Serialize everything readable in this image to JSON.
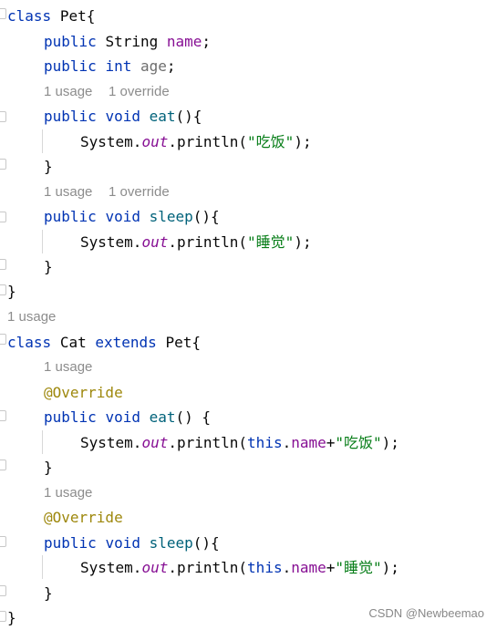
{
  "code": {
    "l1": {
      "kw": "class",
      "sp": " ",
      "name": "Pet",
      "brace": "{"
    },
    "l2": {
      "kw": "public",
      "sp1": " ",
      "type": "String",
      "sp2": " ",
      "field": "name",
      "semi": ";"
    },
    "l3": {
      "kw": "public",
      "sp1": " ",
      "type": "int",
      "sp2": " ",
      "field": "age",
      "semi": ";"
    },
    "h1": {
      "usage": "1 usage",
      "override": "1 override"
    },
    "l4": {
      "kw1": "public",
      "sp1": " ",
      "kw2": "void",
      "sp2": " ",
      "method": "eat",
      "rest": "(){"
    },
    "l5": {
      "cls": "System.",
      "out": "out",
      "call": ".println(",
      "str": "\"吃饭\"",
      "end": ");"
    },
    "l6": {
      "brace": "}"
    },
    "h2": {
      "usage": "1 usage",
      "override": "1 override"
    },
    "l7": {
      "kw1": "public",
      "sp1": " ",
      "kw2": "void",
      "sp2": " ",
      "method": "sleep",
      "rest": "(){"
    },
    "l8": {
      "cls": "System.",
      "out": "out",
      "call": ".println(",
      "str": "\"睡觉\"",
      "end": ");"
    },
    "l9": {
      "brace": "}"
    },
    "l10": {
      "brace": "}"
    },
    "h3": {
      "usage": "1 usage"
    },
    "l11": {
      "kw1": "class",
      "sp1": " ",
      "name": "Cat",
      "sp2": " ",
      "kw2": "extends",
      "sp3": " ",
      "parent": "Pet",
      "brace": "{"
    },
    "h4": {
      "usage": "1 usage"
    },
    "l12": {
      "ann": "@Override"
    },
    "l13": {
      "kw1": "public",
      "sp1": " ",
      "kw2": "void",
      "sp2": " ",
      "method": "eat",
      "rest": "() {"
    },
    "l14": {
      "cls": "System.",
      "out": "out",
      "call": ".println(",
      "this": "this",
      "dot": ".",
      "field": "name",
      "plus": "+",
      "str": "\"吃饭\"",
      "end": ");"
    },
    "l15": {
      "brace": "}"
    },
    "h5": {
      "usage": "1 usage"
    },
    "l16": {
      "ann": "@Override"
    },
    "l17": {
      "kw1": "public",
      "sp1": " ",
      "kw2": "void",
      "sp2": " ",
      "method": "sleep",
      "rest": "(){"
    },
    "l18": {
      "cls": "System.",
      "out": "out",
      "call": ".println(",
      "this": "this",
      "dot": ".",
      "field": "name",
      "plus": "+",
      "str": "\"睡觉\"",
      "end": ");"
    },
    "l19": {
      "brace": "}"
    },
    "l20": {
      "brace": "}"
    }
  },
  "watermark": "CSDN @Newbeemao",
  "colors": {
    "keyword": "#0033b3",
    "field": "#871094",
    "string": "#067d17",
    "annotation": "#9e880d",
    "method": "#00627a",
    "hint": "#8c8c8c"
  }
}
